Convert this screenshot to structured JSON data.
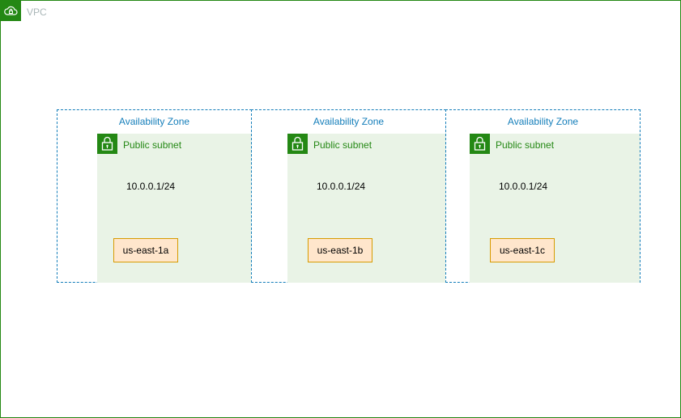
{
  "vpc": {
    "label": "VPC",
    "icon": "vpc-cloud-lock-icon",
    "color": "#248814"
  },
  "zones": [
    {
      "title": "Availability Zone",
      "subnet_label": "Public subnet",
      "cidr": "10.0.0.1/24",
      "zone_name": "us-east-1a"
    },
    {
      "title": "Availability Zone",
      "subnet_label": "Public subnet",
      "cidr": "10.0.0.1/24",
      "zone_name": "us-east-1b"
    },
    {
      "title": "Availability Zone",
      "subnet_label": "Public subnet",
      "cidr": "10.0.0.1/24",
      "zone_name": "us-east-1c"
    }
  ],
  "colors": {
    "vpc_green": "#248814",
    "az_blue": "#147eba",
    "subnet_bg": "#e9f3e6",
    "zone_box_fill": "#ffe6cc",
    "zone_box_stroke": "#d79b00"
  }
}
